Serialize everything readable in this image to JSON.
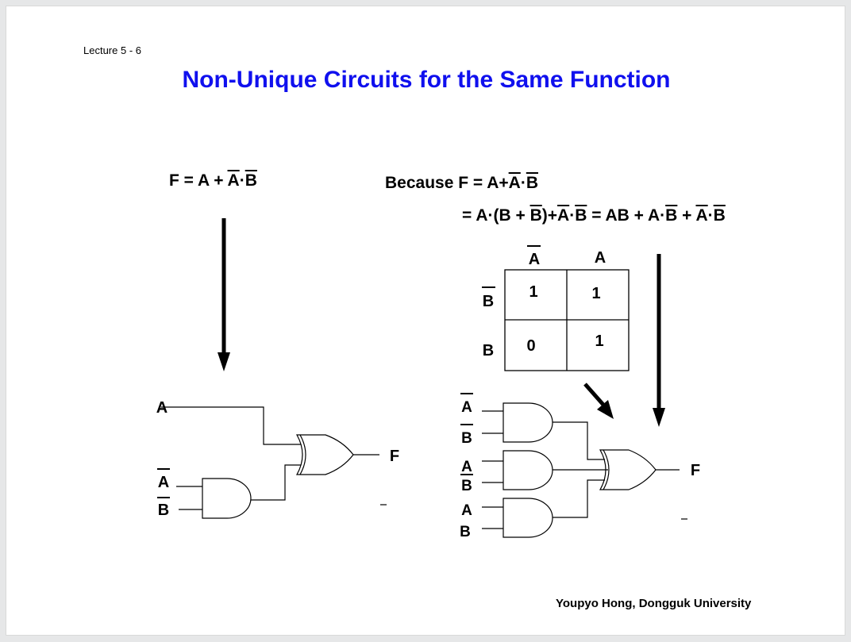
{
  "slide": {
    "lecture_label": "Lecture 5 - 6",
    "title": "Non-Unique Circuits for the Same Function",
    "footer": "Youpyo Hong, Dongguk University"
  },
  "left_equation": {
    "lhs": "F = A + ",
    "term_a_bar": "A",
    "dot": "·",
    "term_b_bar": "B"
  },
  "right_equations": {
    "line1": {
      "prefix": "Because F = A+",
      "a_bar": "A",
      "dot": "·",
      "b_bar": "B"
    },
    "line2": {
      "p1": "= A·(B + ",
      "b_bar1": "B",
      "p2": ")+",
      "a_bar1": "A",
      "dot1": "·",
      "b_bar2": "B",
      "p3": " = AB + A·",
      "b_bar3": "B",
      "p4": " + ",
      "a_bar2": "A",
      "dot2": "·",
      "b_bar4": "B"
    }
  },
  "kmap": {
    "col_headers": [
      "A",
      "A"
    ],
    "col_header_overbar": [
      true,
      false
    ],
    "row_headers": [
      "B",
      "B"
    ],
    "row_header_overbar": [
      true,
      false
    ],
    "cells": [
      [
        "1",
        "1"
      ],
      [
        "0",
        "1"
      ]
    ]
  },
  "left_circuit": {
    "input_a": "A",
    "input_a_bar": "A",
    "input_b_bar": "B",
    "output": "F"
  },
  "right_circuit": {
    "gate1_inputs": [
      "A",
      "B"
    ],
    "gate2_inputs": [
      "A",
      "B"
    ],
    "gate3_inputs": [
      "A",
      "B"
    ],
    "output": "F"
  },
  "colors": {
    "title": "#1010ee",
    "text": "#000000",
    "background": "#ffffff"
  }
}
